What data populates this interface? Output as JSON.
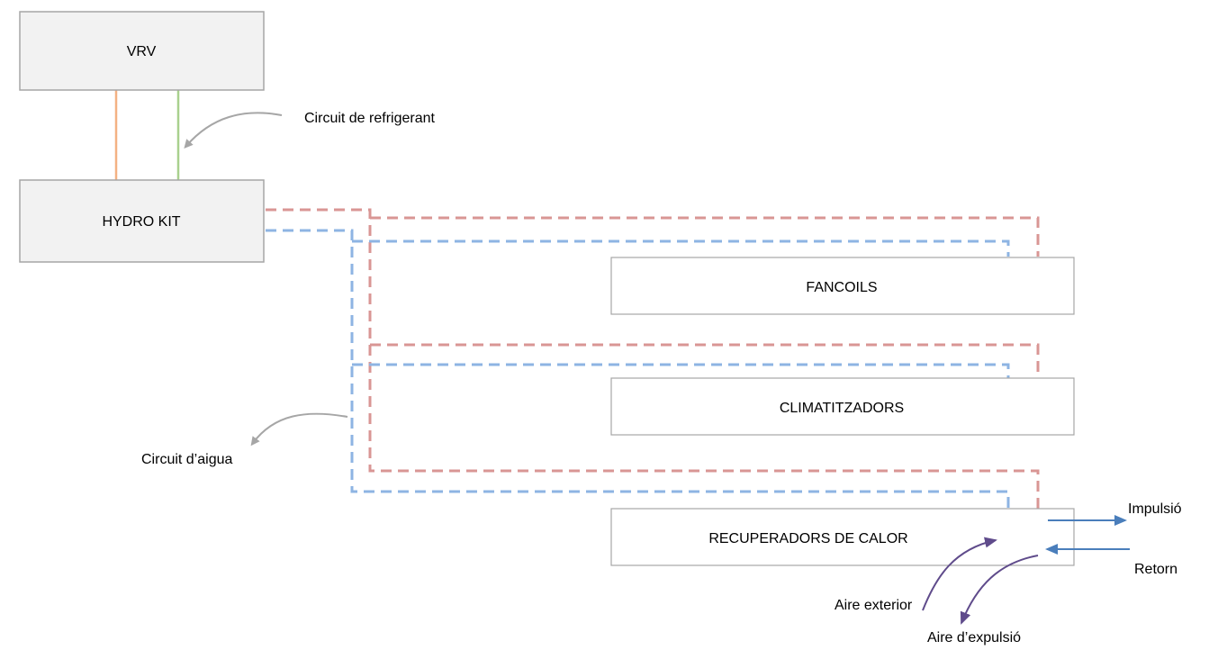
{
  "boxes": {
    "vrv": "VRV",
    "hydro_kit": "HYDRO KIT",
    "fancoils": "FANCOILS",
    "climatitzadors": "CLIMATITZADORS",
    "recuperadors": "RECUPERADORS DE CALOR"
  },
  "annotations": {
    "refrigerant": "Circuit de refrigerant",
    "water": "Circuit d’aigua",
    "impulsio": "Impulsió",
    "retorn": "Retorn",
    "aire_exterior": "Aire exterior",
    "aire_expulsio": "Aire d’expulsió"
  },
  "colors": {
    "box_fill_gray": "#f2f2f2",
    "box_stroke": "#a6a6a6",
    "refrigerant_orange": "#f4b183",
    "refrigerant_green": "#a9d18e",
    "hot_pipe": "#d99694",
    "cold_pipe": "#8eb4e3",
    "air_arrow_blue": "#4a7ebb",
    "air_arrow_purple": "#5f4b8b",
    "callout_gray": "#a6a6a6"
  }
}
